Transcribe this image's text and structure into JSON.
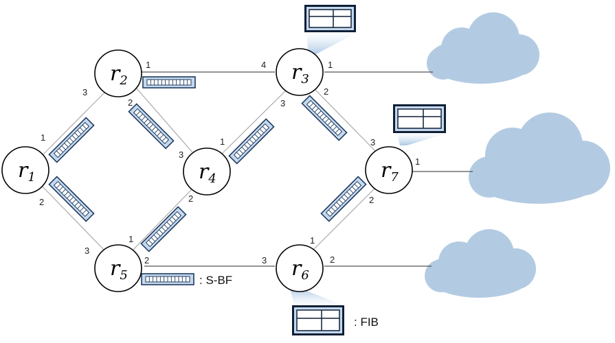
{
  "colors": {
    "cloud": "#b3cbe2",
    "sbf_fill": "#c5d9ee",
    "sbf_border": "#1f3a5f",
    "fib_fill": "#c5d9ee",
    "fib_border": "#0e1f36",
    "link": "#aaaaaa"
  },
  "nodes": [
    {
      "id": "r1",
      "base": "r",
      "sub": "1"
    },
    {
      "id": "r2",
      "base": "r",
      "sub": "2"
    },
    {
      "id": "r3",
      "base": "r",
      "sub": "3"
    },
    {
      "id": "r4",
      "base": "r",
      "sub": "4"
    },
    {
      "id": "r5",
      "base": "r",
      "sub": "5"
    },
    {
      "id": "r6",
      "base": "r",
      "sub": "6"
    },
    {
      "id": "r7",
      "base": "r",
      "sub": "7"
    }
  ],
  "links": [
    {
      "from": "r1",
      "to": "r2",
      "from_port": "1",
      "to_port": "3"
    },
    {
      "from": "r1",
      "to": "r5",
      "from_port": "2",
      "to_port": "3"
    },
    {
      "from": "r2",
      "to": "r3",
      "from_port": "1",
      "to_port": "4"
    },
    {
      "from": "r2",
      "to": "r4",
      "from_port": "2",
      "to_port": "3"
    },
    {
      "from": "r3",
      "to": "r4",
      "from_port": "3",
      "to_port": "1"
    },
    {
      "from": "r3",
      "to": "r7",
      "from_port": "2",
      "to_port": "3"
    },
    {
      "from": "r4",
      "to": "r5",
      "from_port": "2",
      "to_port": "1"
    },
    {
      "from": "r5",
      "to": "r6",
      "from_port": "2",
      "to_port": "3"
    },
    {
      "from": "r6",
      "to": "r7",
      "from_port": "1",
      "to_port": "2"
    },
    {
      "from": "r3",
      "to": "cloud-1",
      "from_port": "1"
    },
    {
      "from": "r7",
      "to": "cloud-2",
      "from_port": "1"
    },
    {
      "from": "r6",
      "to": "cloud-3",
      "from_port": "2"
    }
  ],
  "legend": {
    "sbf_label": ": S-BF",
    "fib_label": ": FIB"
  }
}
